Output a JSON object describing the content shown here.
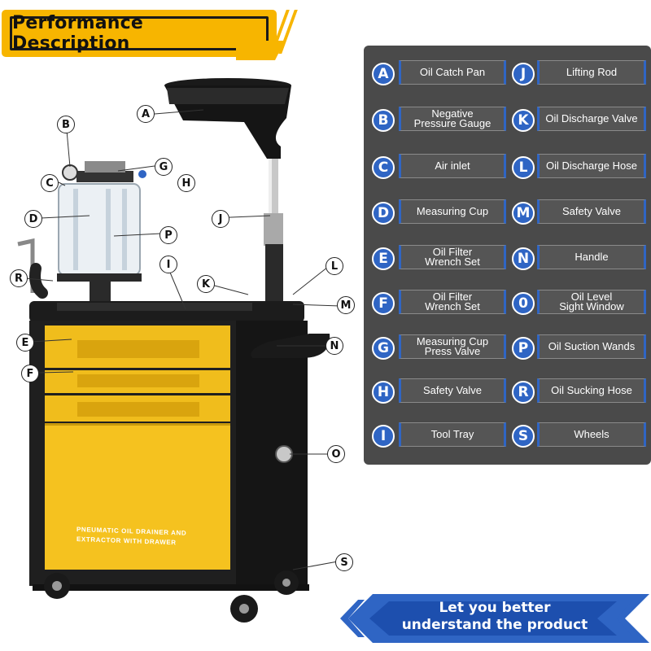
{
  "header": {
    "title": "Performance Description"
  },
  "legend": {
    "left": [
      {
        "letter": "A",
        "label": "Oil Catch Pan"
      },
      {
        "letter": "B",
        "label": "Negative\nPressure Gauge"
      },
      {
        "letter": "C",
        "label": "Air inlet"
      },
      {
        "letter": "D",
        "label": "Measuring Cup"
      },
      {
        "letter": "E",
        "label": "Oil Filter\nWrench Set"
      },
      {
        "letter": "F",
        "label": "Oil Filter\nWrench Set"
      },
      {
        "letter": "G",
        "label": "Measuring Cup\nPress Valve"
      },
      {
        "letter": "H",
        "label": "Safety Valve"
      },
      {
        "letter": "I",
        "label": "Tool Tray"
      }
    ],
    "right": [
      {
        "letter": "J",
        "label": "Lifting Rod"
      },
      {
        "letter": "K",
        "label": "Oil Discharge Valve"
      },
      {
        "letter": "L",
        "label": "Oil Discharge Hose"
      },
      {
        "letter": "M",
        "label": "Safety Valve"
      },
      {
        "letter": "N",
        "label": "Handle"
      },
      {
        "letter": "0",
        "label": "Oil Level\nSight Window"
      },
      {
        "letter": "P",
        "label": "Oil Suction Wands"
      },
      {
        "letter": "R",
        "label": "Oil Sucking Hose"
      },
      {
        "letter": "S",
        "label": "Wheels"
      }
    ]
  },
  "callouts": {
    "A": "A",
    "B": "B",
    "C": "C",
    "D": "D",
    "E": "E",
    "F": "F",
    "G": "G",
    "H": "H",
    "I": "I",
    "J": "J",
    "K": "K",
    "L": "L",
    "M": "M",
    "N": "N",
    "O": "O",
    "P": "P",
    "R": "R",
    "S": "S"
  },
  "product": {
    "label_line1": "PNEUMATIC OIL DRAINER AND",
    "label_line2": "EXTRACTOR WITH DRAWER"
  },
  "footer": {
    "line1": "Let you better",
    "line2": "understand the product"
  },
  "colors": {
    "accent_yellow": "#f7b500",
    "accent_blue": "#2f65c4",
    "panel_gray": "#4a4a4a"
  }
}
